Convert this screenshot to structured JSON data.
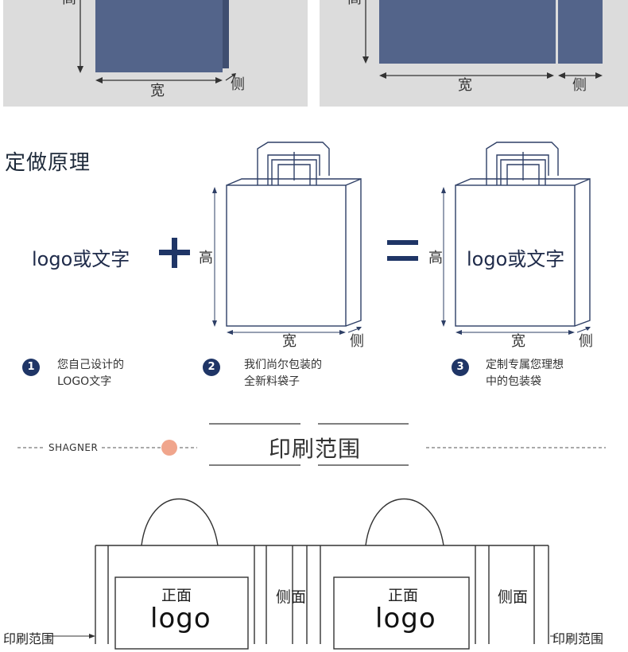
{
  "top_panels": {
    "left": {
      "height_label": "高",
      "width_label": "宽",
      "side_label": "侧"
    },
    "right": {
      "height_label": "高",
      "width_label": "宽",
      "side_label": "侧"
    },
    "bag_color": "#53648a",
    "panel_color": "#dcdcdc"
  },
  "principle": {
    "title": "定做原理",
    "logo_text_left": "logo或文字",
    "plus_symbol": "+",
    "equals_symbol": "=",
    "bag_blank": {
      "height_label": "高",
      "width_label": "宽",
      "side_label": "侧"
    },
    "bag_printed": {
      "height_label": "高",
      "width_label": "宽",
      "side_label": "侧",
      "logo_text": "logo或文字"
    },
    "steps": [
      {
        "number": "1",
        "text": "您自己设计的\nLOGO文字"
      },
      {
        "number": "2",
        "text": "我们尚尔包装的\n全新料袋子"
      },
      {
        "number": "3",
        "text": "定制专属您理想\n中的包装袋"
      }
    ],
    "accent_color": "#1f3566"
  },
  "print_range": {
    "brand": "SHAGNER",
    "title": "印刷范围",
    "dot_color": "#f0a58c",
    "left_bag": {
      "front_label": "正面",
      "logo_label": "logo",
      "side_label": "侧面"
    },
    "right_bag": {
      "front_label": "正面",
      "logo_label": "logo",
      "side_label": "侧面"
    },
    "bottom_left_partial": "印刷范围",
    "bottom_right_partial": "印刷范围"
  }
}
